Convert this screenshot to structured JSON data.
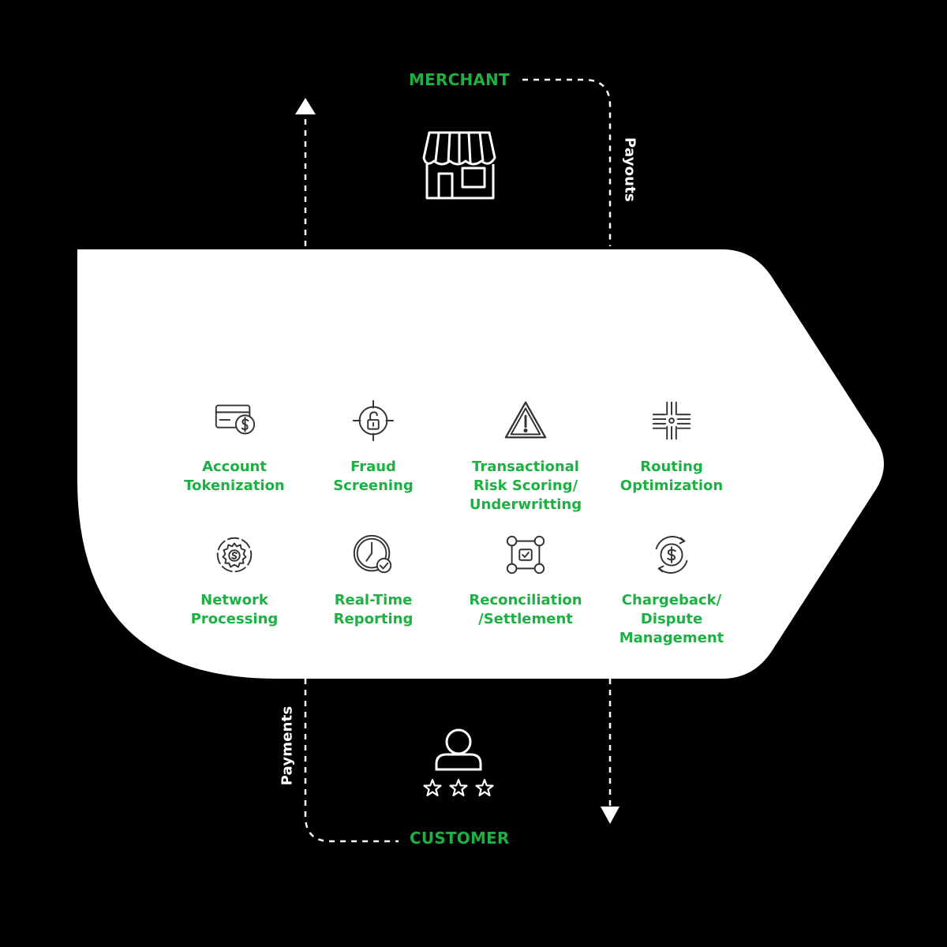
{
  "nodes": {
    "merchant": "MERCHANT",
    "customer": "CUSTOMER"
  },
  "flows": {
    "payouts": "Payouts",
    "payments": "Payments"
  },
  "services": [
    {
      "label": "Account\nTokenization",
      "icon": "card-dollar-icon"
    },
    {
      "label": "Fraud\nScreening",
      "icon": "target-lock-icon"
    },
    {
      "label": "Transactional\nRisk Scoring/\nUnderwritting",
      "icon": "warning-triangle-icon"
    },
    {
      "label": "Routing\nOptimization",
      "icon": "circuit-routing-icon"
    },
    {
      "label": "Network\nProcessing",
      "icon": "gear-dollar-icon"
    },
    {
      "label": "Real-Time\nReporting",
      "icon": "clock-check-icon"
    },
    {
      "label": "Reconciliation\n/Settlement",
      "icon": "nodes-check-icon"
    },
    {
      "label": "Chargeback/\nDispute\nManagement",
      "icon": "cycle-dollar-icon"
    }
  ],
  "colors": {
    "accent": "#1db043",
    "background": "#000000",
    "panel": "#ffffff",
    "icon": "#333333"
  }
}
